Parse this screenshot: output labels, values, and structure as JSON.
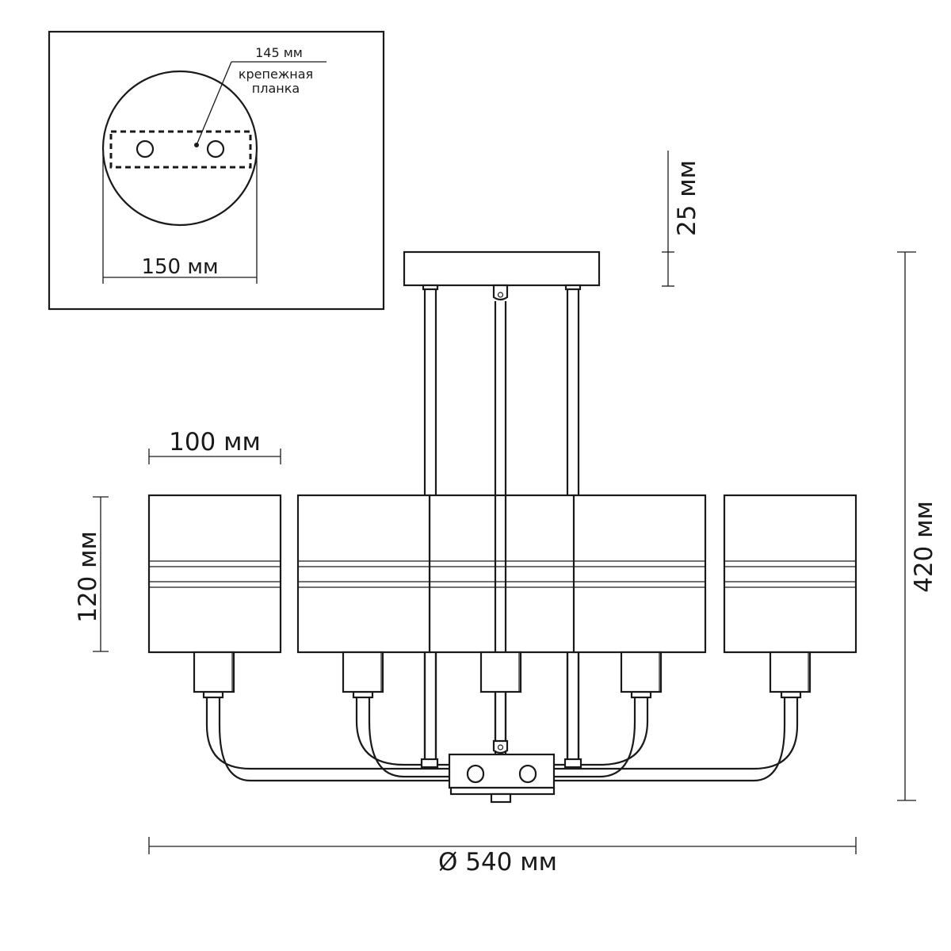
{
  "inset": {
    "mount_plate_length": "145 мм",
    "mount_plate_label_line1": "крепежная",
    "mount_plate_label_line2": "планка",
    "canopy_diameter": "150 мм"
  },
  "dimensions": {
    "canopy_height": "25 мм",
    "total_height": "420 мм",
    "shade_width": "100 мм",
    "shade_height": "120 мм",
    "overall_diameter": "Ø 540 мм"
  }
}
